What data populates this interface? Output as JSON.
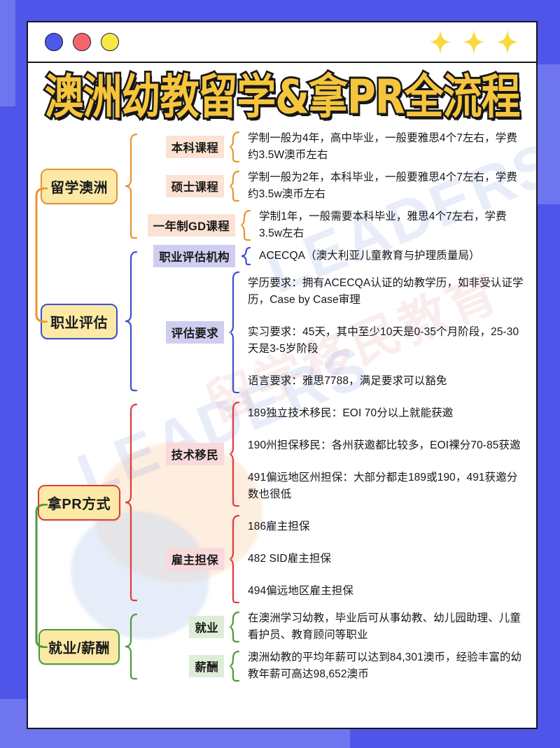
{
  "window": {
    "dots": [
      "blue-dot",
      "red-dot",
      "yellow-dot"
    ],
    "sparkle_count": 3
  },
  "header": {
    "title": "澳洲幼教留学&拿PR全流程"
  },
  "watermark": {
    "lines": [
      "LEADERS",
      "LEADERS",
      "留学移民教育"
    ]
  },
  "colors": {
    "page_background": "#4F55E8",
    "page_background_light": "#6F74EF",
    "card_background": "#FFFFFF",
    "title_fill": "#F5C53D",
    "title_stroke": "#17171A",
    "root_fill": "#FBE9A5",
    "branch_orange": "#E7962F",
    "branch_blue": "#3D4FD0",
    "branch_red": "#E03B3B",
    "branch_green": "#4E9A3C",
    "sub_orange": "#FBE2D2",
    "sub_purple": "#CFCDF0",
    "sub_pink": "#F8D9DC",
    "sub_green": "#DEEDD7"
  },
  "branches": [
    {
      "id": "study-australia",
      "root": "留学澳洲",
      "accent": "orange",
      "sub_color": "orange",
      "subs": [
        {
          "label": "本科课程",
          "leaves": [
            "学制一般为4年，高中毕业，一般要雅思4个7左右，学费约3.5W澳币左右"
          ]
        },
        {
          "label": "硕士课程",
          "leaves": [
            "学制一般为2年，本科毕业，一般要雅思4个7左右，学费约3.5w澳币左右"
          ]
        },
        {
          "label": "一年制GD课程",
          "leaves": [
            "学制1年，一般需要本科毕业，雅思4个7左右，学费3.5w左右"
          ]
        }
      ]
    },
    {
      "id": "skills-assessment",
      "root": "职业评估",
      "accent": "blue",
      "sub_color": "purple",
      "subs": [
        {
          "label": "职业评估机构",
          "leaves": [
            "ACECQA（澳大利亚儿童教育与护理质量局）"
          ]
        },
        {
          "label": "评估要求",
          "leaves": [
            "学历要求：拥有ACECQA认证的幼教学历，如非受认证学历，Case by Case审理",
            "实习要求：45天，其中至少10天是0-35个月阶段，25-30天是3-5岁阶段",
            "语言要求：雅思7788，满足要求可以豁免"
          ]
        }
      ]
    },
    {
      "id": "pr-pathways",
      "root": "拿PR方式",
      "accent": "red",
      "sub_color": "pink",
      "subs": [
        {
          "label": "技术移民",
          "leaves": [
            "189独立技术移民：EOI 70分以上就能获邀",
            "190州担保移民：各州获邀都比较多，EOI裸分70-85获邀",
            "491偏远地区州担保：大部分都走189或190，491获邀分数也很低"
          ]
        },
        {
          "label": "雇主担保",
          "leaves": [
            "186雇主担保",
            "482 SID雇主担保",
            "494偏远地区雇主担保"
          ]
        }
      ]
    },
    {
      "id": "jobs-salary",
      "root": "就业/薪酬",
      "accent": "green",
      "sub_color": "green",
      "subs": [
        {
          "label": "就业",
          "leaves": [
            "在澳洲学习幼教，毕业后可从事幼教、幼儿园助理、儿童看护员、教育顾问等职业"
          ]
        },
        {
          "label": "薪酬",
          "leaves": [
            "澳洲幼教的平均年薪可以达到84,301澳币，经验丰富的幼教年薪可高达98,652澳币"
          ]
        }
      ]
    }
  ]
}
